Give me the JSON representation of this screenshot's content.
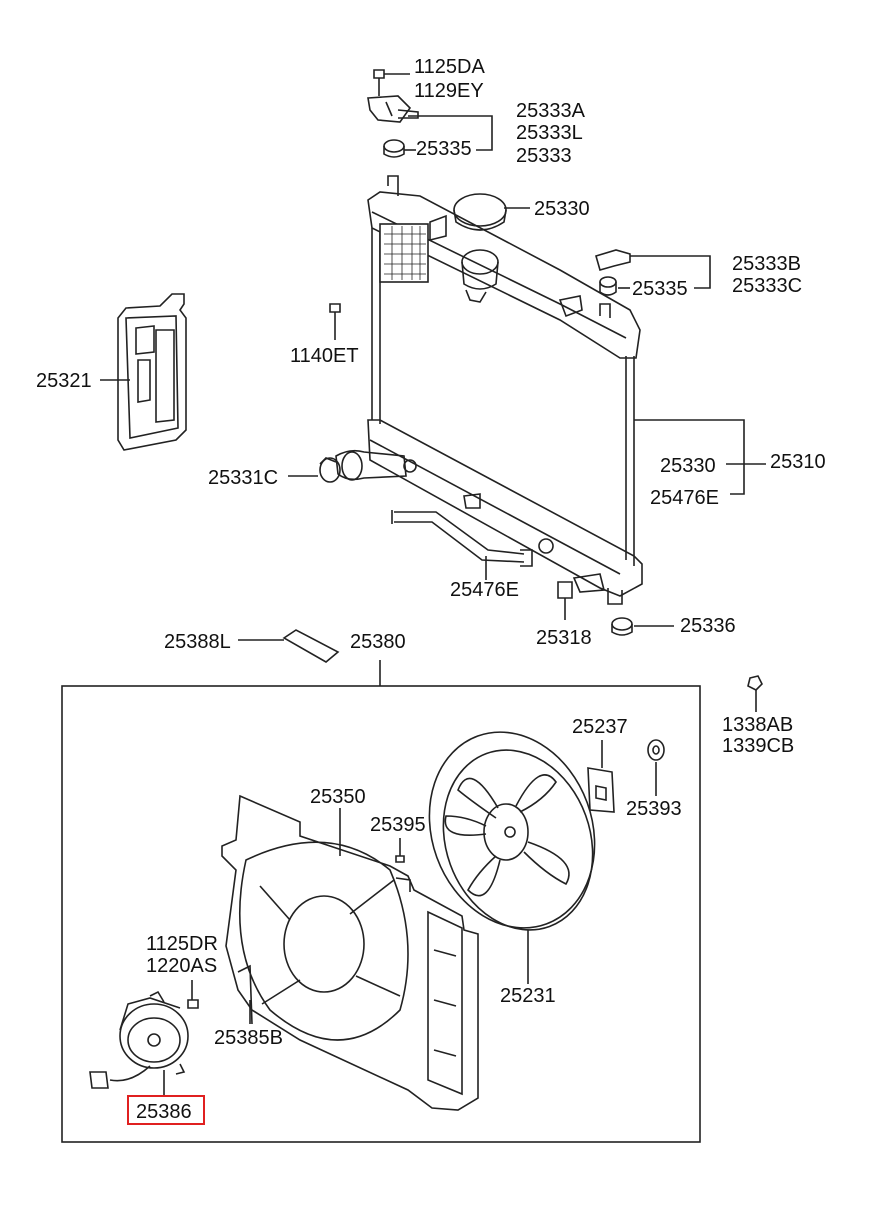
{
  "labels": {
    "p1125DA": "1125DA",
    "p1129EY": "1129EY",
    "p25333A": "25333A",
    "p25333L": "25333L",
    "p25333": "25333",
    "p25335_top": "25335",
    "p25330_cap": "25330",
    "p25333B": "25333B",
    "p25333C": "25333C",
    "p25335_right": "25335",
    "p1140ET": "1140ET",
    "p25321": "25321",
    "p25330_mid": "25330",
    "p25476E_mid": "25476E",
    "p25310": "25310",
    "p25331C": "25331C",
    "p25476E_hose": "25476E",
    "p25318": "25318",
    "p25336": "25336",
    "p25388L": "25388L",
    "p25380": "25380",
    "p1338AB": "1338AB",
    "p1339CB": "1339CB",
    "p25237": "25237",
    "p25393": "25393",
    "p25350": "25350",
    "p25395": "25395",
    "p1125DR": "1125DR",
    "p1220AS": "1220AS",
    "p25385B": "25385B",
    "p25231": "25231",
    "p25386": "25386"
  },
  "colors": {
    "line": "#222222",
    "highlight": "#e02020"
  }
}
